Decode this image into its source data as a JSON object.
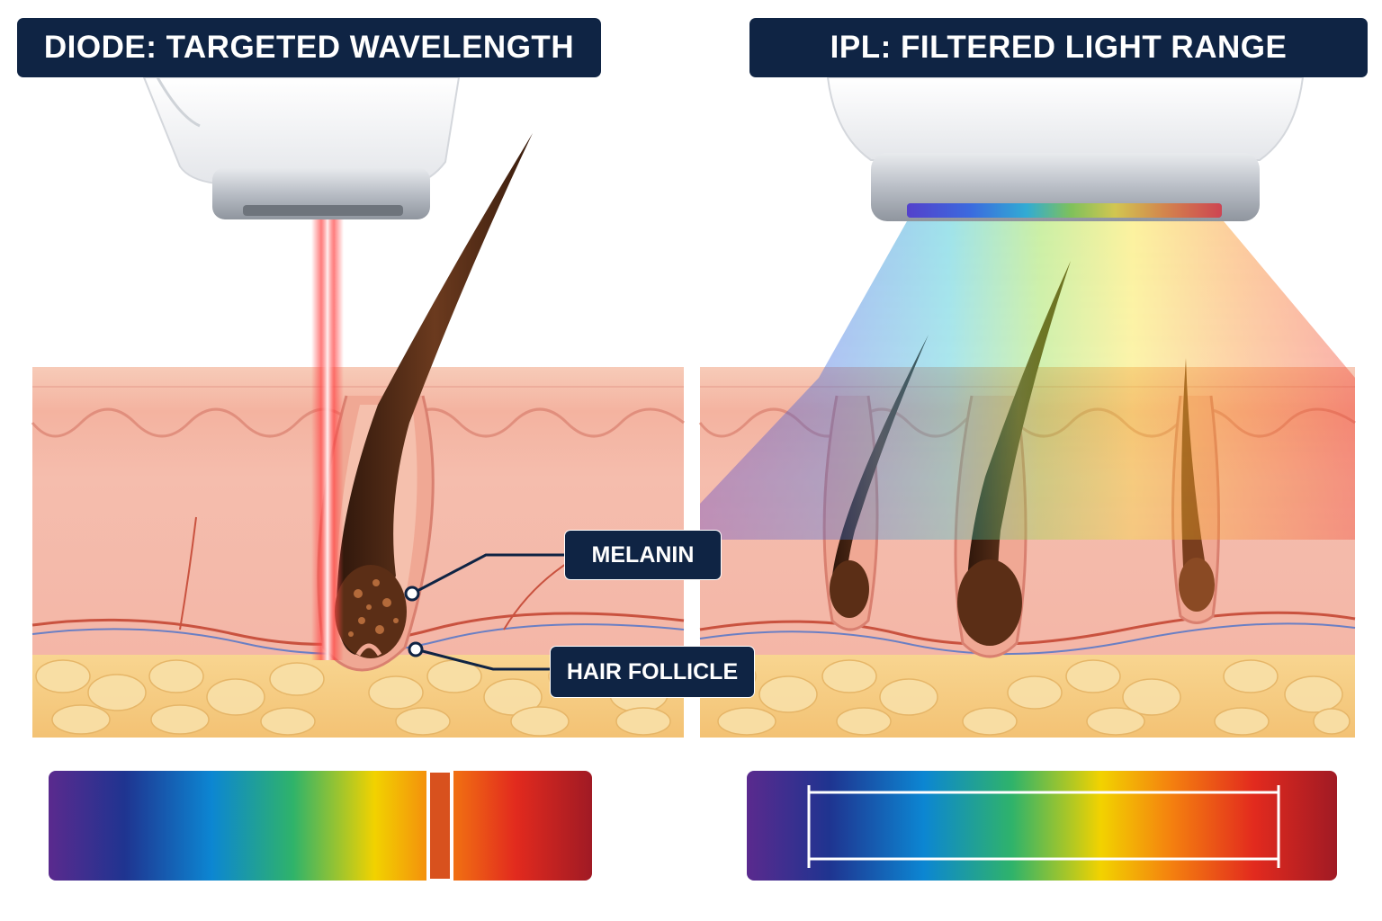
{
  "panels": {
    "left": {
      "title": "DIODE: TARGETED WAVELENGTH"
    },
    "right": {
      "title": "IPL: FILTERED LIGHT RANGE"
    }
  },
  "labels": {
    "melanin": "MELANIN",
    "hair_follicle": "HAIR FOLLICLE"
  },
  "colors": {
    "label_bg": "#0f2444",
    "laser": "#ff3b3b",
    "epidermis": "#f4b8a6",
    "dermis": "#f6c2b4",
    "fat": "#f6cf7e",
    "hair": "#4a2714",
    "spectrum": [
      "#4b2a8c",
      "#1f3f9a",
      "#0e8bd6",
      "#2fb36a",
      "#f5d300",
      "#f47a10",
      "#e3261e",
      "#a51b22"
    ]
  },
  "spectrum_bars": {
    "left": {
      "selection": "single narrow band in red-orange region"
    },
    "right": {
      "selection": "broad bracket spanning blue to red"
    }
  }
}
